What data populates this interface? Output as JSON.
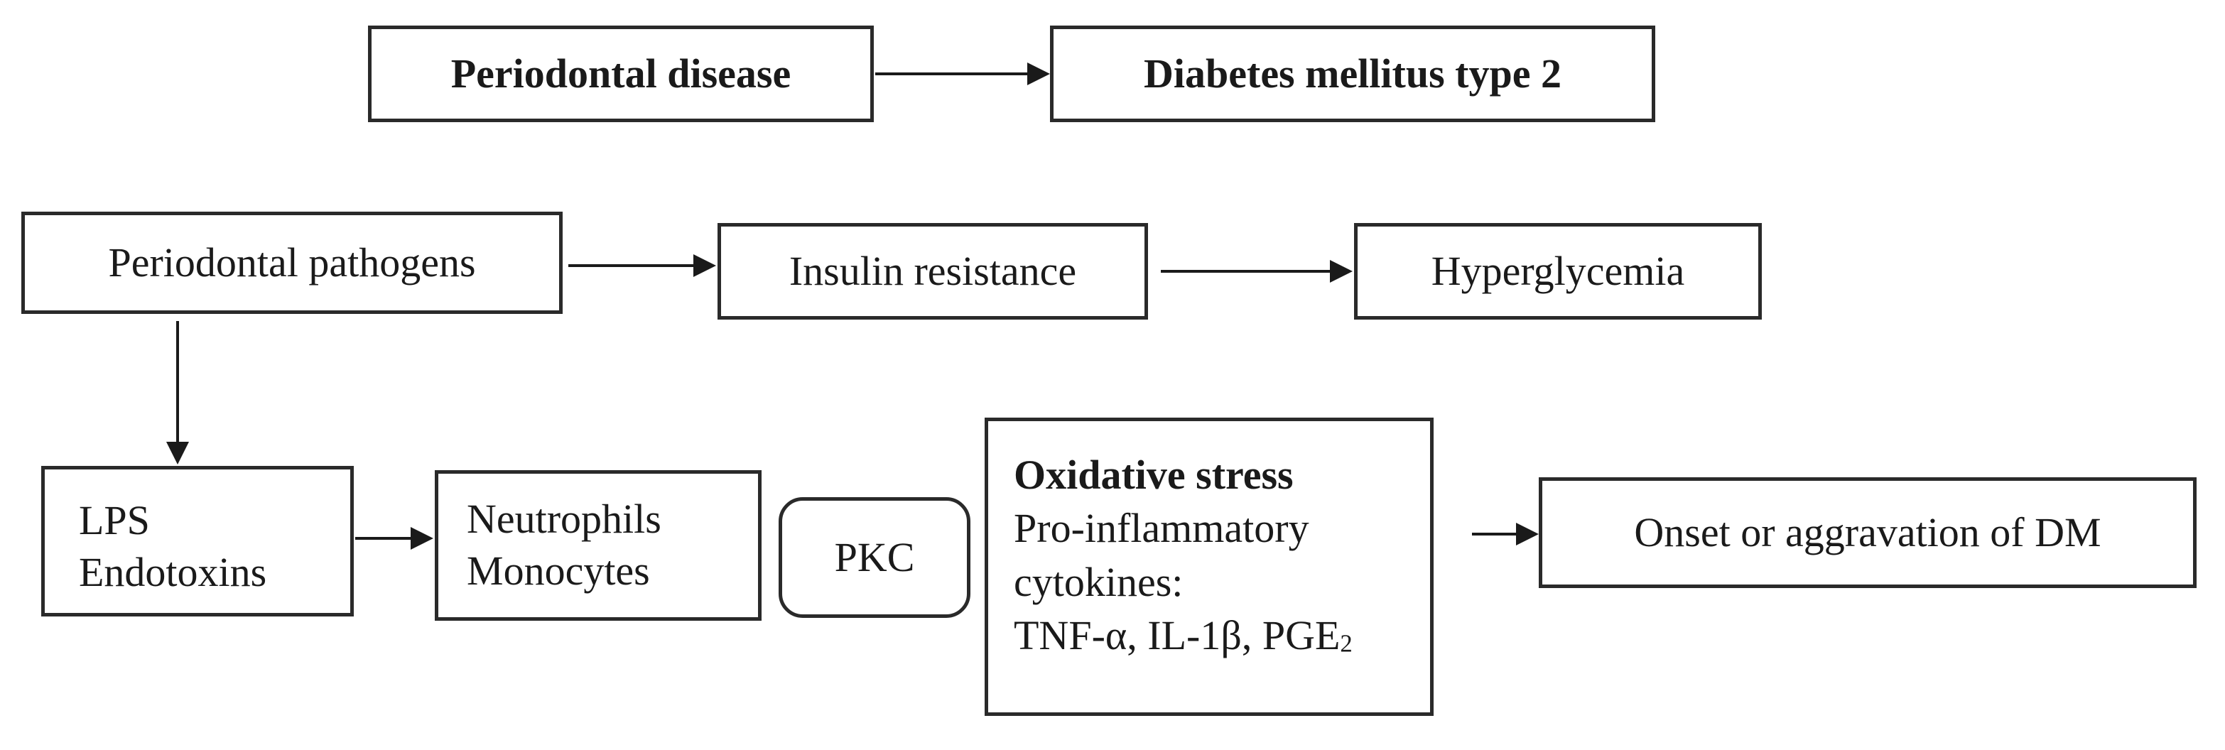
{
  "nodes": {
    "periodontal_disease": "Periodontal disease",
    "diabetes_t2": "Diabetes mellitus type 2",
    "periodontal_pathogens": "Periodontal pathogens",
    "insulin_resistance": "Insulin resistance",
    "hyperglycemia": "Hyperglycemia",
    "lps": [
      "LPS",
      "Endotoxins"
    ],
    "neutrophils": [
      "Neutrophils",
      "Monocytes"
    ],
    "pkc": "PKC",
    "oxidative": {
      "title": "Oxidative stress",
      "line1": "Pro-inflammatory",
      "line2": "cytokines:",
      "line3_main": "TNF-α, IL-1β, PGE",
      "line3_sub": "2"
    },
    "onset": "Onset or aggravation of DM"
  }
}
